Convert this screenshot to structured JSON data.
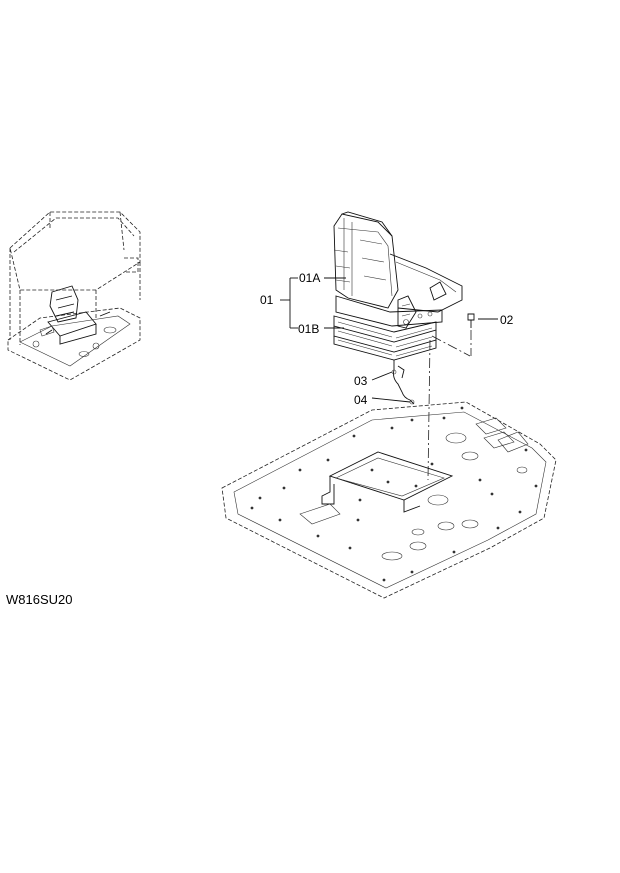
{
  "callouts": {
    "c01": "01",
    "c01a": "01A",
    "c01b": "01B",
    "c02": "02",
    "c03": "03",
    "c04": "04"
  },
  "drawing_ref": "W816SU20"
}
